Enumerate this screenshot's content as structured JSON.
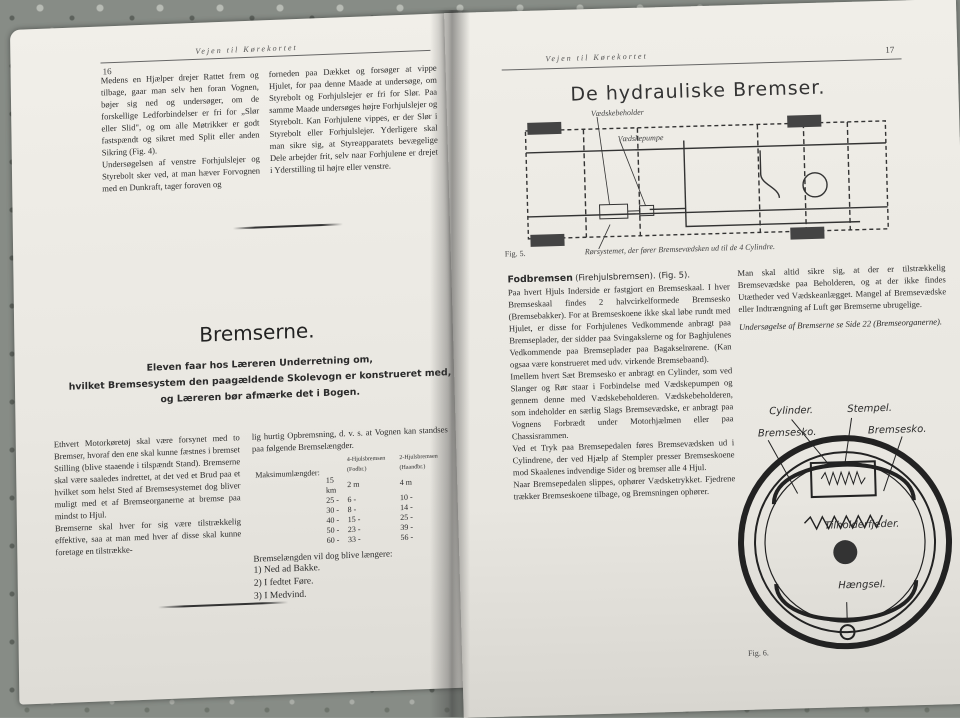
{
  "left_page": {
    "running_head": "Vejen til Kørekortet",
    "page_number": "16",
    "col1": "Medens en Hjælper drejer Rattet frem og tilbage, gaar man selv hen foran Vognen, bøjer sig ned og undersøger, om de forskellige Ledforbindelser er fri for „Slør eller Slid\", og om alle Møtrikker er godt fastspændt og sikret med Split eller anden Sikring (Fig. 4).\nUndersøgelsen af venstre Forhjulslejer og Styrebolt sker ved, at man hæver Forvognen med en Dunkraft, tager foroven og",
    "col2": "forneden paa Dækket og forsøger at vippe Hjulet, for paa denne Maade at undersøge, om Styrebolt og Forhjulslejer er fri for Slør. Paa samme Maade undersøges højre Forhjulslejer og Styrebolt. Kan Forhjulene vippes, er der Slør i Styrebolt eller Forhjulslejer. Yderligere skal man sikre sig, at Styreapparatets bevægelige Dele arbejder frit, selv naar Forhjulene er drejet i Yderstilling til højre eller venstre.",
    "section_title": "Bremserne.",
    "intro_lines": [
      "Eleven faar hos Læreren Underretning om,",
      "hvilket Bremsesystem den paagældende Skolevogn er konstrueret med,",
      "og Læreren bør afmærke det i Bogen."
    ],
    "body1": "Ethvert Motorkøretøj skal være forsynet med to Bremser, hvoraf den ene skal kunne fæstnes i bremset Stilling (blive staaende i tilspændt Stand). Bremserne skal være saaledes indrettet, at det ved et Brud paa et hvilket som helst Sted af Bremsesystemet dog bliver muligt med et af Bremseorganerne at bremse paa mindst to Hjul.\nBremserne skal hver for sig være tilstrækkelig effektive, saa at man med hver af disse skal kunne foretage en tilstrække-",
    "body2_intro": "lig hurtig Opbremsning, d. v. s. at Vognen kan standses paa følgende Bremselængder.",
    "table": {
      "header_label": "Maksimumlængder:",
      "col_headers": [
        "",
        "4-Hjulsbremsen (Fodbr.)",
        "2-Hjulsbremsen (Haandbr.)"
      ],
      "rows": [
        [
          "15 km",
          "2 m",
          "4 m"
        ],
        [
          "25 -",
          "6 -",
          "10 -"
        ],
        [
          "30 -",
          "8 -",
          "14 -"
        ],
        [
          "40 -",
          "15 -",
          "25 -"
        ],
        [
          "50 -",
          "23 -",
          "39 -"
        ],
        [
          "60 -",
          "33 -",
          "56 -"
        ]
      ]
    },
    "body2_after": "Bremselængden vil dog blive længere:",
    "conditions": [
      "1) Ned ad Bakke.",
      "2) I fedtet Føre.",
      "3) I Medvind."
    ]
  },
  "right_page": {
    "running_head": "Vejen til Kørekortet",
    "page_number": "17",
    "title": "De hydrauliske Bremser.",
    "fig5_labels": {
      "reservoir": "Vædskebeholder",
      "pump": "Vædskepumpe"
    },
    "fig5_caption": "Rørsystemet, der fører Bremsevædsken ud til de 4 Cylindre.",
    "fig5_num": "Fig. 5.",
    "sub_head_bold": "Fodbremsen",
    "sub_head_rest": "(Firehjulsbremsen). (Fig. 5).",
    "colA": "Paa hvert Hjuls Inderside er fastgjort en Bremseskaal. I hver Bremseskaal findes 2 halvcirkelformede Bremsesko (Bremsebakker). For at Bremseskoene ikke skal løbe rundt med Hjulet, er disse for Forhjulenes Vedkommende anbragt paa Bremseplader, der sidder paa Svingakslerne og for Baghjulenes Vedkommende paa Bremseplader paa Bagakselrørene. (Kan ogsaa være konstrueret med udv. virkende Bremsebaand).\nImellem hvert Sæt Bremsesko er anbragt en Cylinder, som ved Slanger og Rør staar i Forbindelse med Vædskepumpen og gennem denne med Vædskebeholderen. Vædskebeholderen, som indeholder en særlig Slags Bremsevædske, er anbragt paa Vognens Forbrædt under Motorhjælmen eller paa Chassisrammen.\nVed et Tryk paa Bremsepedalen føres Bremsevædsken ud i Cylindrene, der ved Hjælp af Stempler presser Bremseskoene mod Skaalenes indvendige Sider og bremser alle 4 Hjul.\nNaar Bremsepedalen slippes, ophører Vædsketrykket. Fjedrene trækker Bremseskoene tilbage, og Bremsningen ophører.",
    "colB": "Man skal altid sikre sig, at der er tilstrækkelig Bremsevædske paa Beholderen, og at der ikke findes Utætheder ved Vædskeanlægget. Mangel af Bremsevædske eller Indtrængning af Luft gør Bremserne ubrugelige.",
    "colB_ref": "Undersøgelse af Bremserne se Side 22 (Bremseorganerne).",
    "fig6_labels": {
      "cylinder": "Cylinder.",
      "stempel": "Stempel.",
      "bremsesko1": "Bremsesko.",
      "bremsesko2": "Bremsesko.",
      "tilholder": "Tilholderfjeder.",
      "haengsel": "Hængsel."
    },
    "fig6_num": "Fig. 6."
  }
}
